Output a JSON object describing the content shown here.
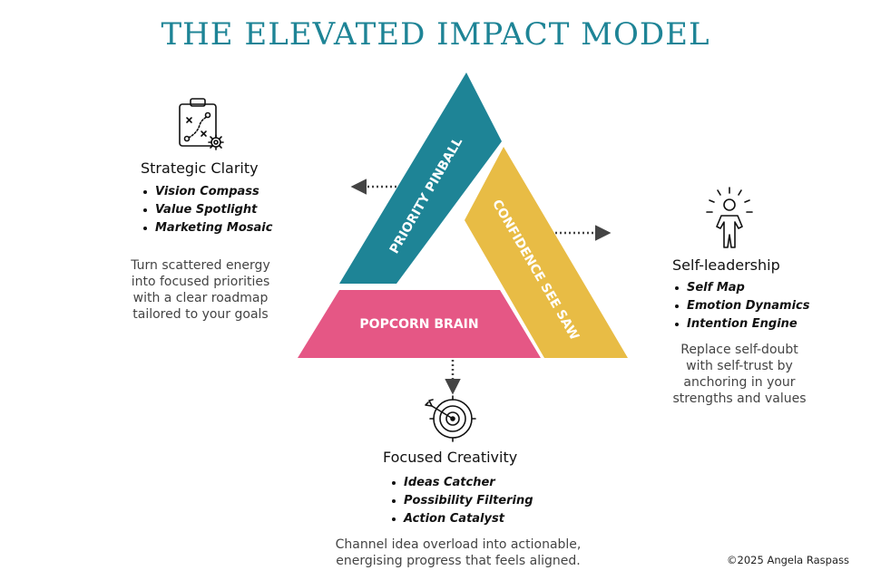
{
  "title": "THE ELEVATED IMPACT MODEL",
  "colors": {
    "title": "#1e8496",
    "teal": "#1e8496",
    "yellow": "#e8bc45",
    "pink": "#e55785",
    "connector": "#444444"
  },
  "triangle": {
    "priority": "PRIORITY PINBALL",
    "confidence": "CONFIDENCE SEE SAW",
    "popcorn": "POPCORN BRAIN"
  },
  "sections": {
    "strategic": {
      "icon": "strategy-clipboard-icon",
      "heading": "Strategic Clarity",
      "bullets": [
        "Vision Compass",
        "Value Spotlight",
        "Marketing Mosaic"
      ],
      "desc": [
        "Turn scattered energy",
        "into focused priorities",
        "with a clear roadmap",
        "tailored to your goals"
      ]
    },
    "self": {
      "icon": "person-radiating-icon",
      "heading": "Self-leadership",
      "bullets": [
        "Self Map",
        "Emotion Dynamics",
        "Intention Engine"
      ],
      "desc": [
        "Replace self-doubt",
        "with self-trust by",
        "anchoring in your",
        "strengths and values"
      ]
    },
    "focused": {
      "icon": "target-arrow-icon",
      "heading": "Focused Creativity",
      "bullets": [
        "Ideas Catcher",
        "Possibility Filtering",
        "Action Catalyst"
      ],
      "desc": [
        "Channel idea overload into actionable,",
        "energising progress that feels aligned."
      ]
    }
  },
  "copyright": "©2025 Angela Raspass"
}
